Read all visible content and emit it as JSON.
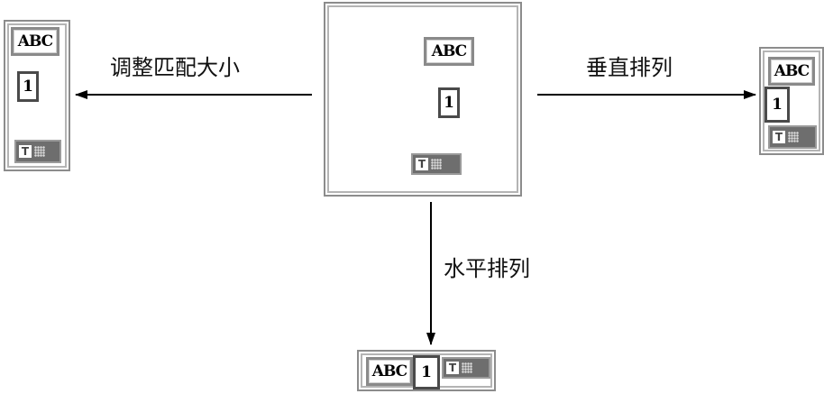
{
  "center": {
    "text_label": "ABC",
    "numeric_value": "1",
    "button_glyph": "T"
  },
  "left": {
    "text_label": "ABC",
    "numeric_value": "1",
    "button_glyph": "T"
  },
  "right": {
    "text_label": "ABC",
    "numeric_value": "1",
    "button_glyph": "T"
  },
  "bottom": {
    "text_label": "ABC",
    "numeric_value": "1",
    "button_glyph": "T"
  },
  "arrows": {
    "left_label": "调整匹配大小",
    "right_label": "垂直排列",
    "down_label": "水平排列"
  },
  "colors": {
    "frame": "#8c8c8c",
    "button": "#6e6e6e",
    "arrow": "#000000"
  }
}
